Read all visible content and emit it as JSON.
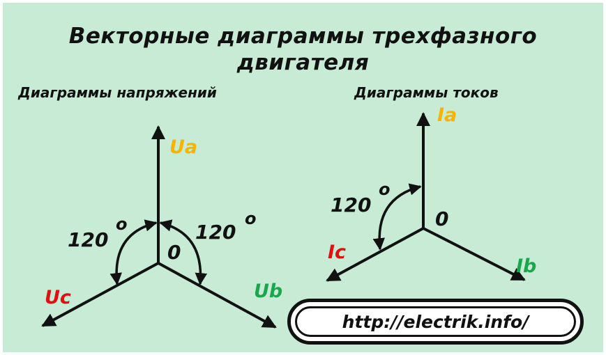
{
  "title_line1": "Векторные диаграммы трехфазного",
  "title_line2": "двигателя",
  "voltage_diagram": {
    "subtitle": "Диаграммы напряжений",
    "labels": {
      "a": "Ua",
      "b": "Ub",
      "c": "Uc",
      "origin": "0"
    },
    "angle_left": "120",
    "angle_right": "120",
    "degree_mark": "o"
  },
  "current_diagram": {
    "subtitle": "Диаграммы токов",
    "labels": {
      "a": "Ia",
      "b": "Ib",
      "c": "Ic",
      "origin": "0"
    },
    "angle": "120",
    "degree_mark": "o"
  },
  "url": "http://electrik.info/",
  "colors": {
    "background": "#c8ebd5",
    "phase_a": "#f5b400",
    "phase_b": "#1aa64a",
    "phase_c": "#e01010",
    "lines": "#111111"
  }
}
